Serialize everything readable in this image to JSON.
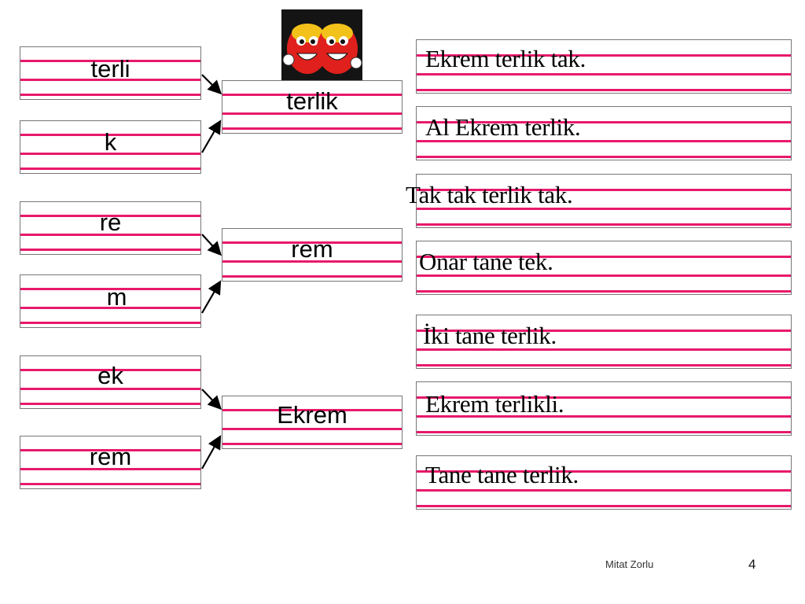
{
  "left_words": [
    "terli",
    "k",
    "re",
    "m",
    "ek",
    "rem"
  ],
  "middle_words": [
    "terlik",
    "rem",
    "Ekrem"
  ],
  "sentences": [
    "Ekrem terlik tak.",
    "Al Ekrem terlik.",
    "Tak tak terlik tak.",
    "Onar tane tek.",
    "İki tane terlik.",
    "Ekrem terlikli.",
    "Tane tane terlik."
  ],
  "footer": {
    "author": "Mitat Zorlu",
    "page_number": "4"
  },
  "picture": {
    "icon": "red-slippers-picture"
  },
  "colors": {
    "guide_line": "#e8196b",
    "box_border": "#777777",
    "arrow": "#000000"
  }
}
